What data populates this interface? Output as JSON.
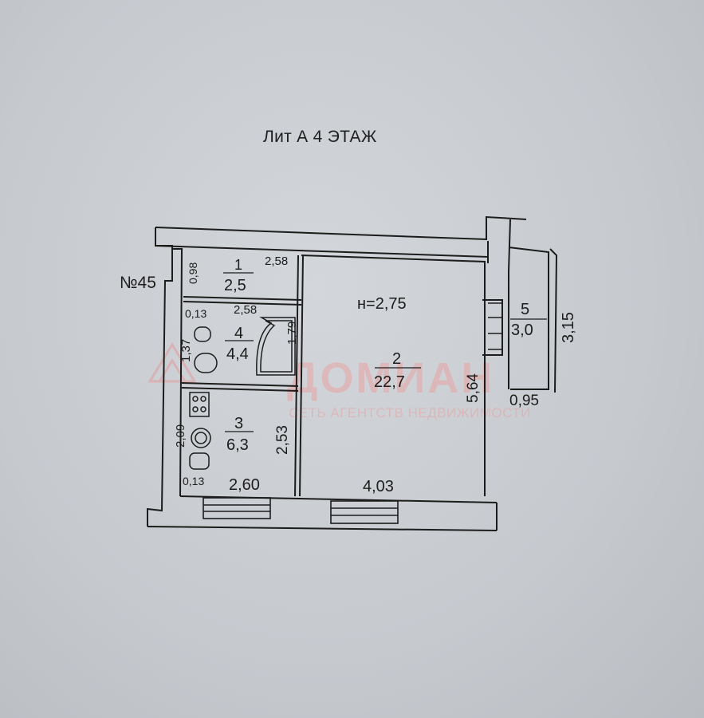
{
  "title": "Лит А 4 ЭТАЖ",
  "apartment_number": "№45",
  "ceiling_height": "н=2,75",
  "rooms": [
    {
      "num": "1",
      "area": "2,5"
    },
    {
      "num": "2",
      "area": "22,7"
    },
    {
      "num": "3",
      "area": "6,3"
    },
    {
      "num": "4",
      "area": "4,4"
    },
    {
      "num": "5",
      "area": "3,0"
    }
  ],
  "dimensions": {
    "d_098": "0,98",
    "d_258_top": "2,58",
    "d_013_top": "0,13",
    "d_258_mid": "2,58",
    "d_179": "1,79",
    "d_137": "1,37",
    "d_209": "2,09",
    "d_253": "2,53",
    "d_013_bot": "0,13",
    "d_260": "2,60",
    "d_403": "4,03",
    "d_564": "5,64",
    "d_095": "0,95",
    "d_315": "3,15"
  },
  "watermark": {
    "brand": "ДОМИАН",
    "tagline": "СЕТЬ АГЕНТСТВ НЕДВИЖИМОСТИ",
    "color": "#e7a3a3"
  },
  "colors": {
    "paper": "#c9cdd2",
    "ink": "#1c1c1c"
  }
}
